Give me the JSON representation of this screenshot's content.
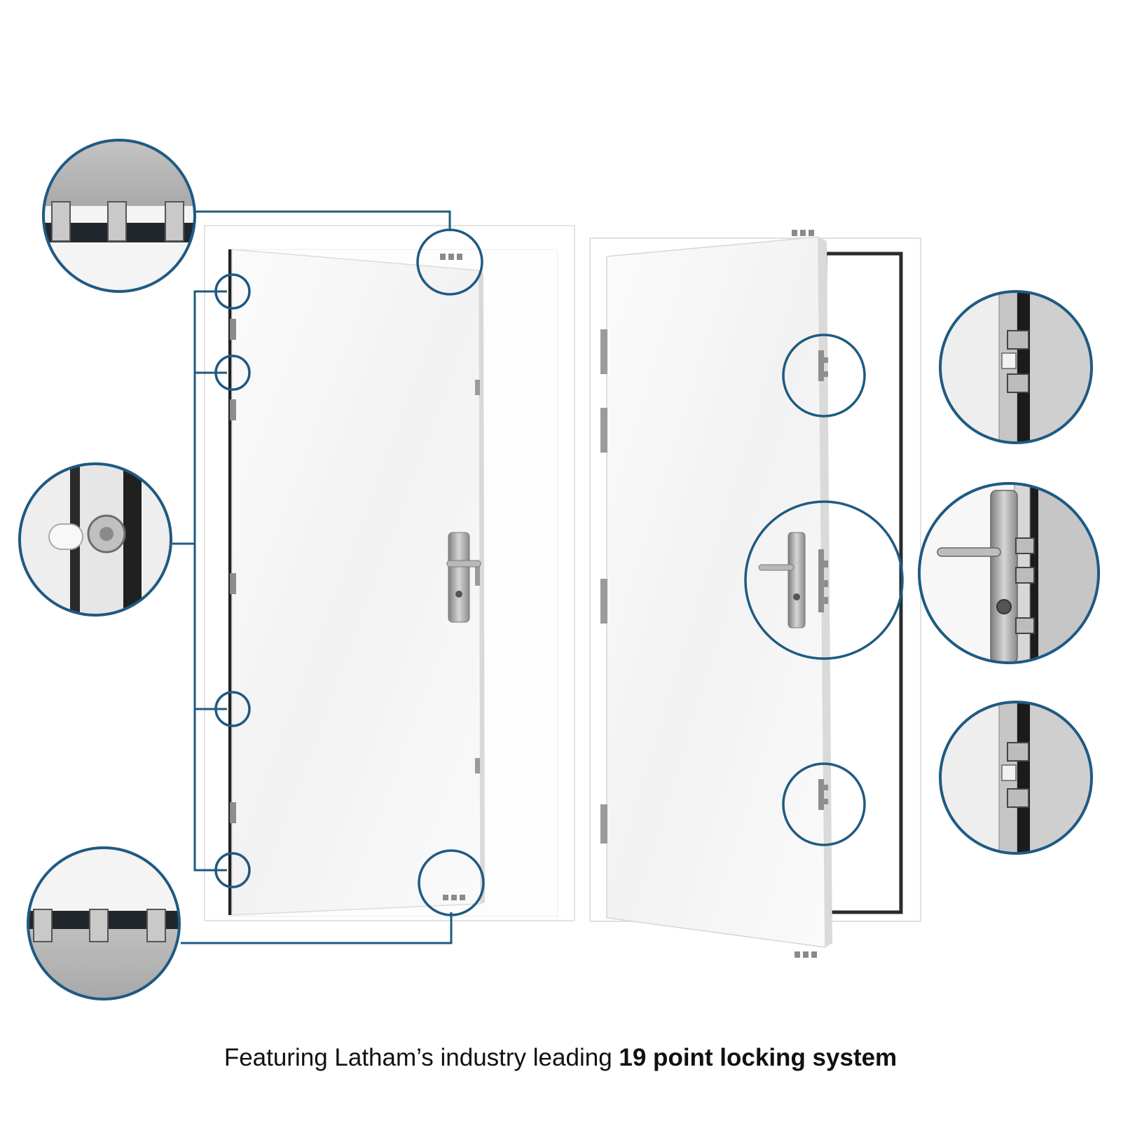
{
  "caption": {
    "lead": "Featuring Latham’s industry leading",
    "emphasis": "19 point locking system"
  },
  "colors": {
    "callout_ring": "#1f5a82",
    "door": "#f5f5f5",
    "frame": "#ffffff",
    "steel": "#9a9a9a",
    "bolt_dark": "#2a2e33"
  },
  "icons": {
    "door_closed": "closed-door-illustration",
    "door_open": "open-door-illustration",
    "lock_detail": "lock-detail-icon"
  }
}
